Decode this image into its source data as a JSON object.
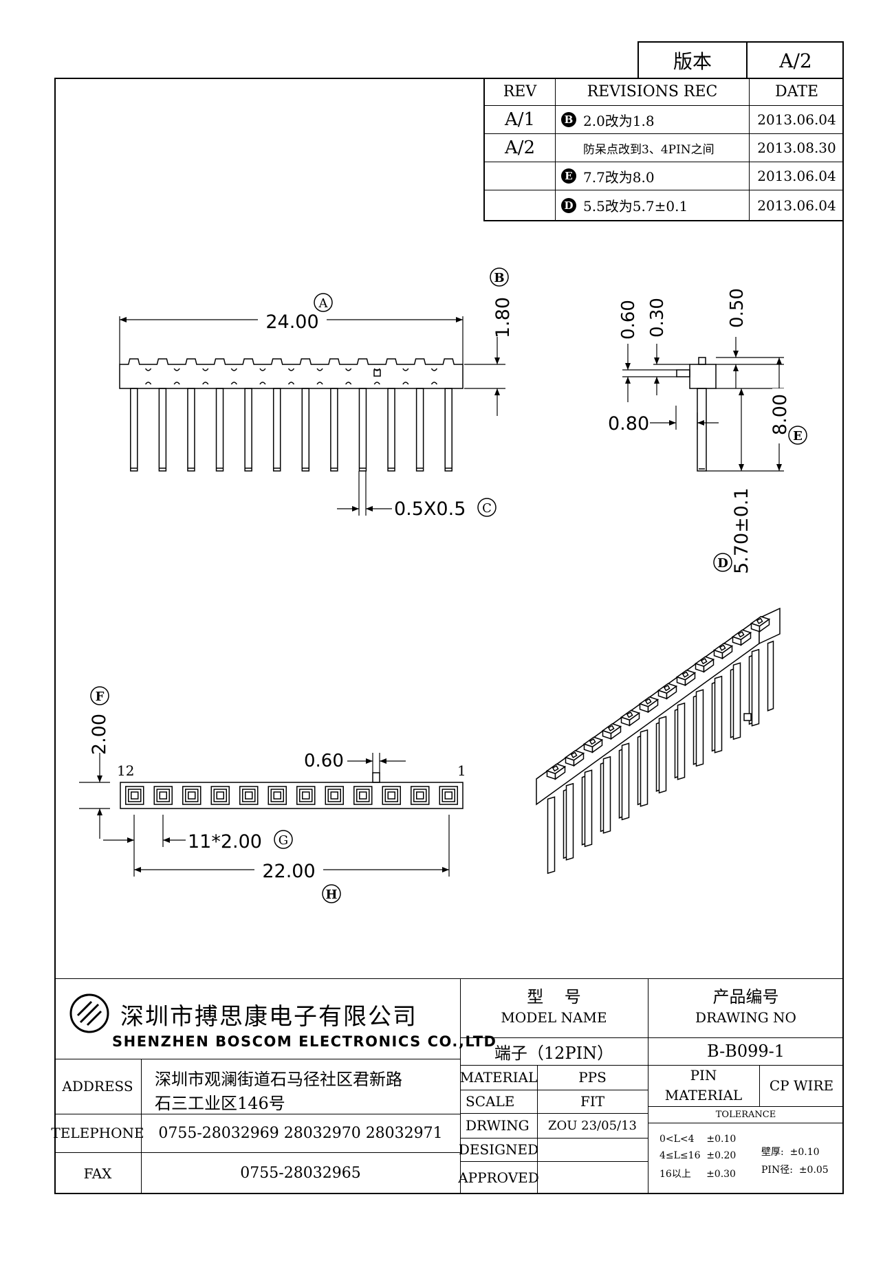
{
  "version": {
    "label": "版本",
    "value": "A/2"
  },
  "revisions": {
    "headers": {
      "rev": "REV",
      "rec": "REVISIONS REC",
      "date": "DATE"
    },
    "rows": [
      {
        "rev": "A/1",
        "marker": "B",
        "text": "2.0改为1.8",
        "date": "2013.06.04"
      },
      {
        "rev": "A/2",
        "marker": "",
        "text": "防呆点改到3、4PIN之间",
        "date": "2013.08.30"
      },
      {
        "rev": "",
        "marker": "E",
        "text": "7.7改为8.0",
        "date": "2013.06.04"
      },
      {
        "rev": "",
        "marker": "D",
        "text": "5.5改为5.7±0.1",
        "date": "2013.06.04"
      }
    ]
  },
  "drawing": {
    "dims": {
      "a": "24.00",
      "b": "1.80",
      "c": "0.5X0.5",
      "d_060": "0.60",
      "d_030": "0.30",
      "d_050": "0.50",
      "d_080": "0.80",
      "e": "8.00",
      "d": "5.70±0.1",
      "f": "2.00",
      "pitch_gap": "0.60",
      "g": "11*2.00",
      "h": "22.00",
      "pin12": "12",
      "pin1": "1"
    },
    "markers": {
      "A": "A",
      "B": "B",
      "C": "C",
      "D": "D",
      "E": "E",
      "F": "F",
      "G": "G",
      "H": "H"
    }
  },
  "title_block": {
    "company_cn": "深圳市搏思康电子有限公司",
    "company_en": "SHENZHEN BOSCOM ELECTRONICS CO.,LTD",
    "address_label": "ADDRESS",
    "address_line1": "深圳市观澜街道石马径社区君新路",
    "address_line2": "石三工业区146号",
    "telephone_label": "TELEPHONE",
    "telephone": "0755-28032969 28032970 28032971",
    "fax_label": "FAX",
    "fax": "0755-28032965",
    "model_label_cn": "型    号",
    "model_label_en": "MODEL NAME",
    "model_value": "端子（12PIN）",
    "drawing_no_label_cn": "产品编号",
    "drawing_no_label_en": "DRAWING NO",
    "drawing_no": "B-B099-1",
    "material_label": "MATERIAL",
    "material": "PPS",
    "scale_label": "SCALE",
    "scale": "FIT",
    "drwing_label": "DRWING",
    "drwing": "ZOU 23/05/13",
    "designed_label": "DESIGNED",
    "approved_label": "APPROVED",
    "pin_material_label1": "PIN",
    "pin_material_label2": "MATERIAL",
    "pin_material": "CP WIRE",
    "tolerance_label": "TOLERANCE",
    "tol1": "0<L<4    ±0.10",
    "tol2": "4≤L≤16  ±0.20",
    "tol3": "16以上     ±0.30",
    "tol_wall": "壁厚:  ±0.10",
    "tol_pin": "PIN径:  ±0.05"
  }
}
